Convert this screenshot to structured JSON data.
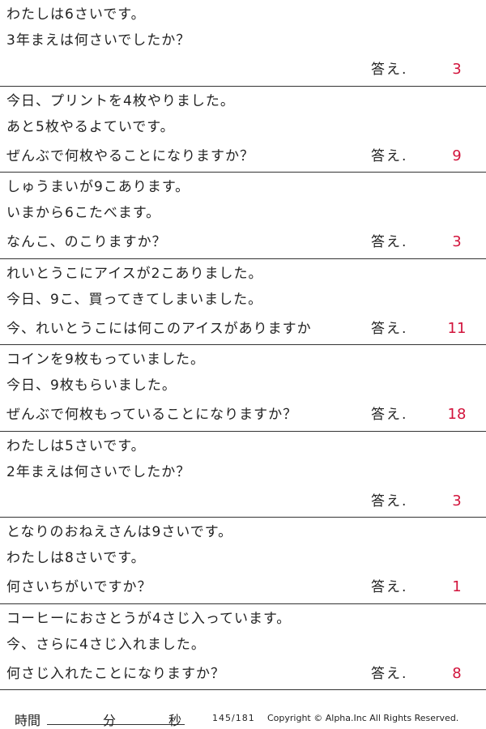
{
  "answer_label": "答え.",
  "answer_color": "#d2143c",
  "problems": [
    {
      "lines": [
        "わたしは6さいです。",
        "3年まえは何さいでしたか？",
        ""
      ],
      "answer": "3"
    },
    {
      "lines": [
        "今日、プリントを4枚やりました。",
        "あと5枚やるよていです。",
        "ぜんぶで何枚やることになりますか？"
      ],
      "answer": "9"
    },
    {
      "lines": [
        "しゅうまいが9こあります。",
        "いまから6こたべます。",
        "なんこ、のこりますか？"
      ],
      "answer": "3"
    },
    {
      "lines": [
        "れいとうこにアイスが2こありました。",
        "今日、9こ、買ってきてしまいました。",
        "今、れいとうこには何このアイスがありますか"
      ],
      "answer": "11"
    },
    {
      "lines": [
        "コインを9枚もっていました。",
        "今日、9枚もらいました。",
        "ぜんぶで何枚もっていることになりますか？"
      ],
      "answer": "18"
    },
    {
      "lines": [
        "わたしは5さいです。",
        "2年まえは何さいでしたか？",
        ""
      ],
      "answer": "3"
    },
    {
      "lines": [
        "となりのおねえさんは9さいです。",
        "わたしは8さいです。",
        "何さいちがいですか？"
      ],
      "answer": "1"
    },
    {
      "lines": [
        "コーヒーにおさとうが4さじ入っています。",
        "今、さらに4さじ入れました。",
        "何さじ入れたことになりますか？"
      ],
      "answer": "8"
    }
  ],
  "footer": {
    "time_label": "時間",
    "minutes_label": "分",
    "seconds_label": "秒",
    "page_number": "145/181",
    "copyright": "Copyright ©  Alpha.Inc All Rights Reserved."
  }
}
